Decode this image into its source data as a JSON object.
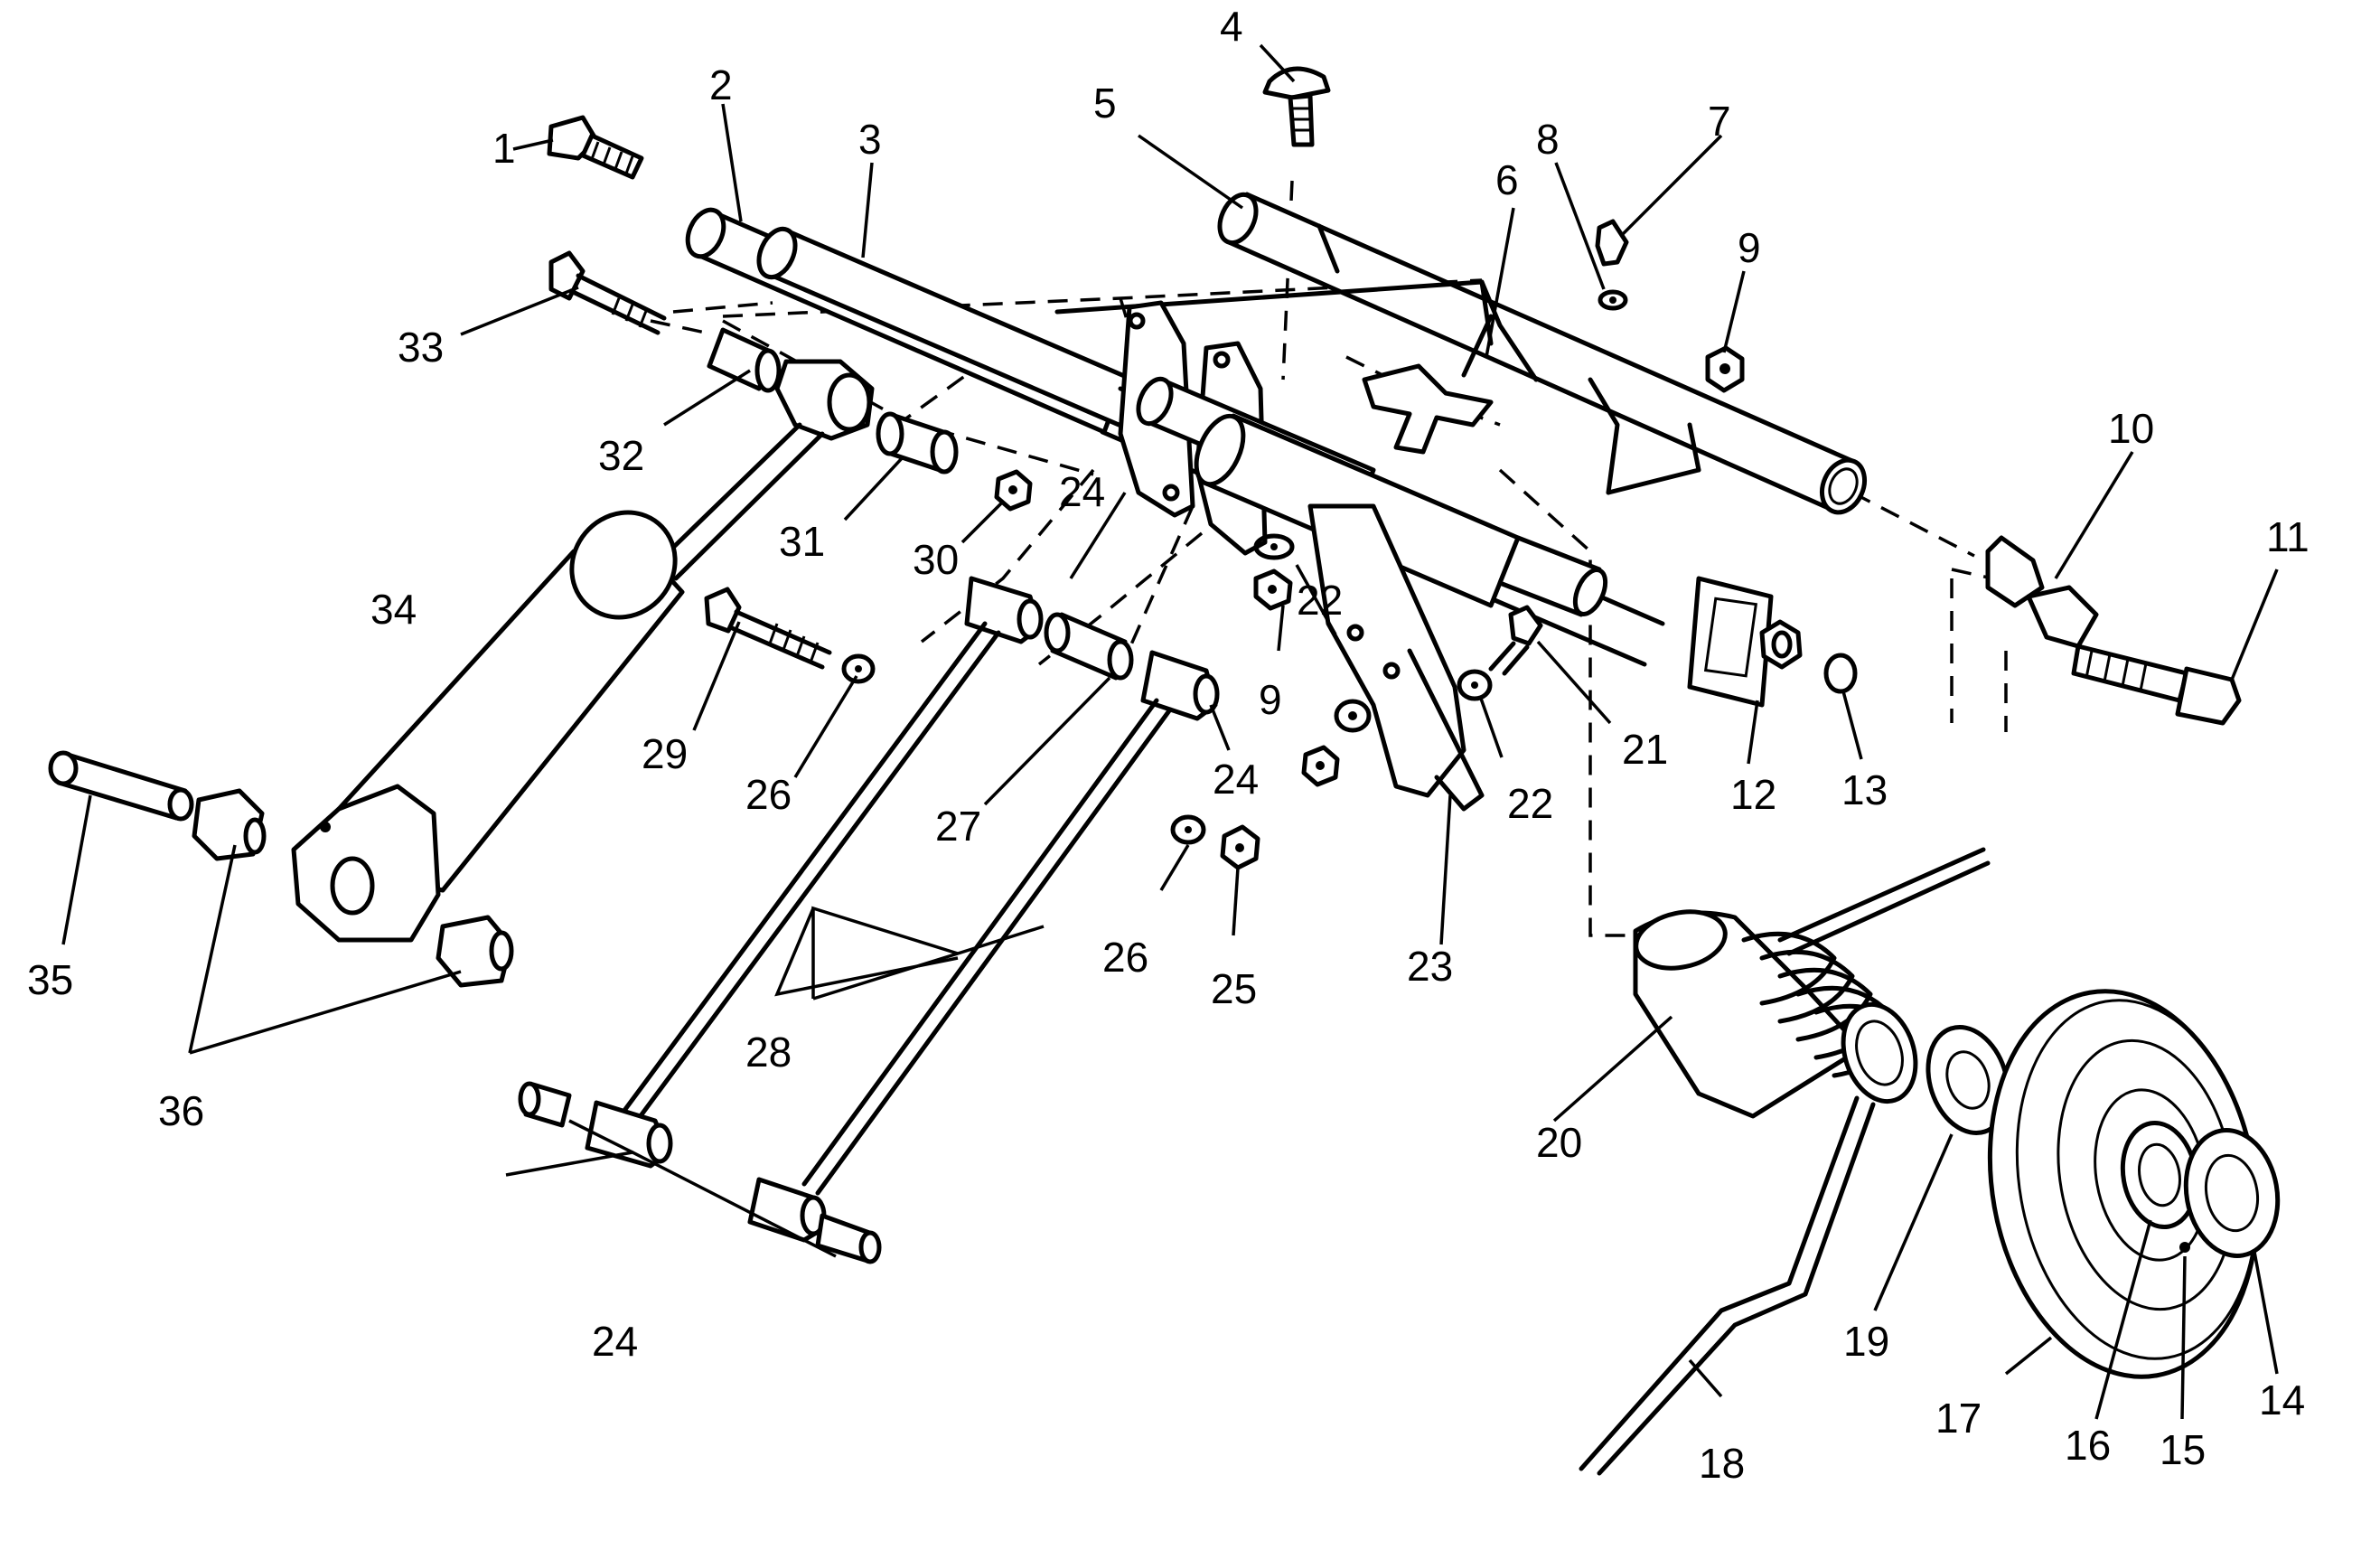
{
  "diagram": {
    "callouts": [
      {
        "id": "c1",
        "text": "1"
      },
      {
        "id": "c2",
        "text": "2"
      },
      {
        "id": "c3",
        "text": "3"
      },
      {
        "id": "c4",
        "text": "4"
      },
      {
        "id": "c5",
        "text": "5"
      },
      {
        "id": "c6",
        "text": "6"
      },
      {
        "id": "c7",
        "text": "7"
      },
      {
        "id": "c8",
        "text": "8"
      },
      {
        "id": "c9a",
        "text": "9"
      },
      {
        "id": "c9b",
        "text": "9"
      },
      {
        "id": "c10",
        "text": "10"
      },
      {
        "id": "c11",
        "text": "11"
      },
      {
        "id": "c12",
        "text": "12"
      },
      {
        "id": "c13",
        "text": "13"
      },
      {
        "id": "c14",
        "text": "14"
      },
      {
        "id": "c15",
        "text": "15"
      },
      {
        "id": "c16",
        "text": "16"
      },
      {
        "id": "c17",
        "text": "17"
      },
      {
        "id": "c18",
        "text": "18"
      },
      {
        "id": "c19",
        "text": "19"
      },
      {
        "id": "c20",
        "text": "20"
      },
      {
        "id": "c21",
        "text": "21"
      },
      {
        "id": "c22a",
        "text": "22"
      },
      {
        "id": "c22b",
        "text": "22"
      },
      {
        "id": "c23",
        "text": "23"
      },
      {
        "id": "c24a",
        "text": "24"
      },
      {
        "id": "c24b",
        "text": "24"
      },
      {
        "id": "c24c",
        "text": "24"
      },
      {
        "id": "c25",
        "text": "25"
      },
      {
        "id": "c26a",
        "text": "26"
      },
      {
        "id": "c26b",
        "text": "26"
      },
      {
        "id": "c27",
        "text": "27"
      },
      {
        "id": "c28",
        "text": "28"
      },
      {
        "id": "c29",
        "text": "29"
      },
      {
        "id": "c30",
        "text": "30"
      },
      {
        "id": "c31",
        "text": "31"
      },
      {
        "id": "c32",
        "text": "32"
      },
      {
        "id": "c33",
        "text": "33"
      },
      {
        "id": "c34",
        "text": "34"
      },
      {
        "id": "c35",
        "text": "35"
      },
      {
        "id": "c36",
        "text": "36"
      }
    ]
  }
}
